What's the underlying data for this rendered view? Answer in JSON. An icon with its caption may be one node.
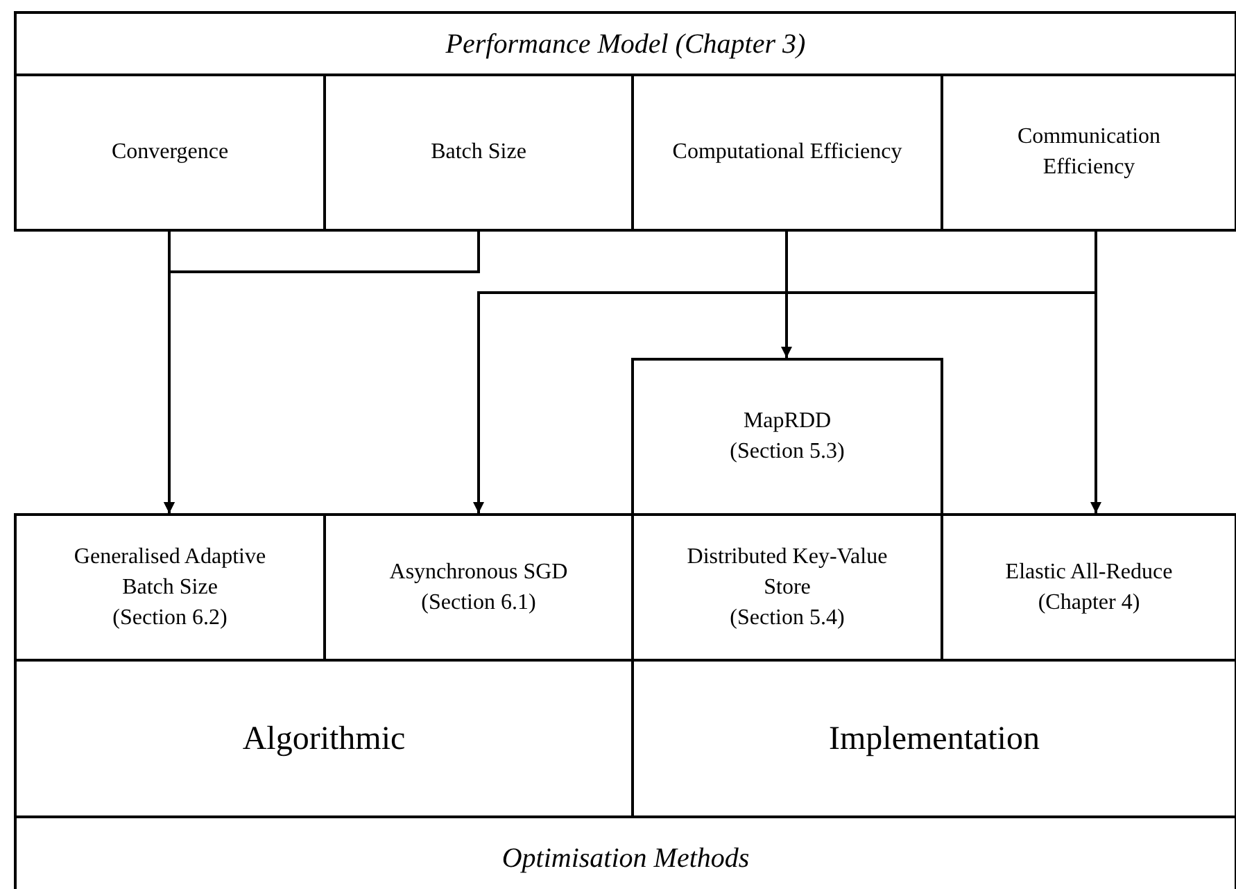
{
  "diagram": {
    "nodes": [
      {
        "text": [
          "Performance Model (Chapter 3)"
        ]
      },
      {
        "text": [
          "Convergence"
        ]
      },
      {
        "text": [
          "Batch Size"
        ]
      },
      {
        "text": [
          "Computational Efficiency"
        ]
      },
      {
        "text": [
          "Communication Efficiency"
        ]
      },
      {
        "text": [
          "MapRDD",
          "(Section 5.3)"
        ]
      },
      {
        "text": [
          "Generalised Adaptive Batch Size",
          "(Section 6.2)"
        ]
      },
      {
        "text": [
          "Asynchronous SGD",
          "(Section 6.1)"
        ]
      },
      {
        "text": [
          "Distributed Key-Value Store",
          "(Section 5.4)"
        ]
      },
      {
        "text": [
          "Elastic All-Reduce",
          "(Chapter 4)"
        ]
      },
      {
        "text": [
          "Algorithmic"
        ]
      },
      {
        "text": [
          "Implementation"
        ]
      },
      {
        "text": [
          "Optimisation Methods"
        ]
      }
    ],
    "edges": [
      {
        "from": 1,
        "to": 6,
        "arrow": "to"
      },
      {
        "from": 2,
        "to": 6,
        "arrow": "to"
      },
      {
        "from": 3,
        "to": 5,
        "arrow": "to"
      },
      {
        "from": 4,
        "to": 7,
        "arrow": "to"
      },
      {
        "from": 4,
        "to": 9,
        "arrow": "to"
      }
    ]
  }
}
